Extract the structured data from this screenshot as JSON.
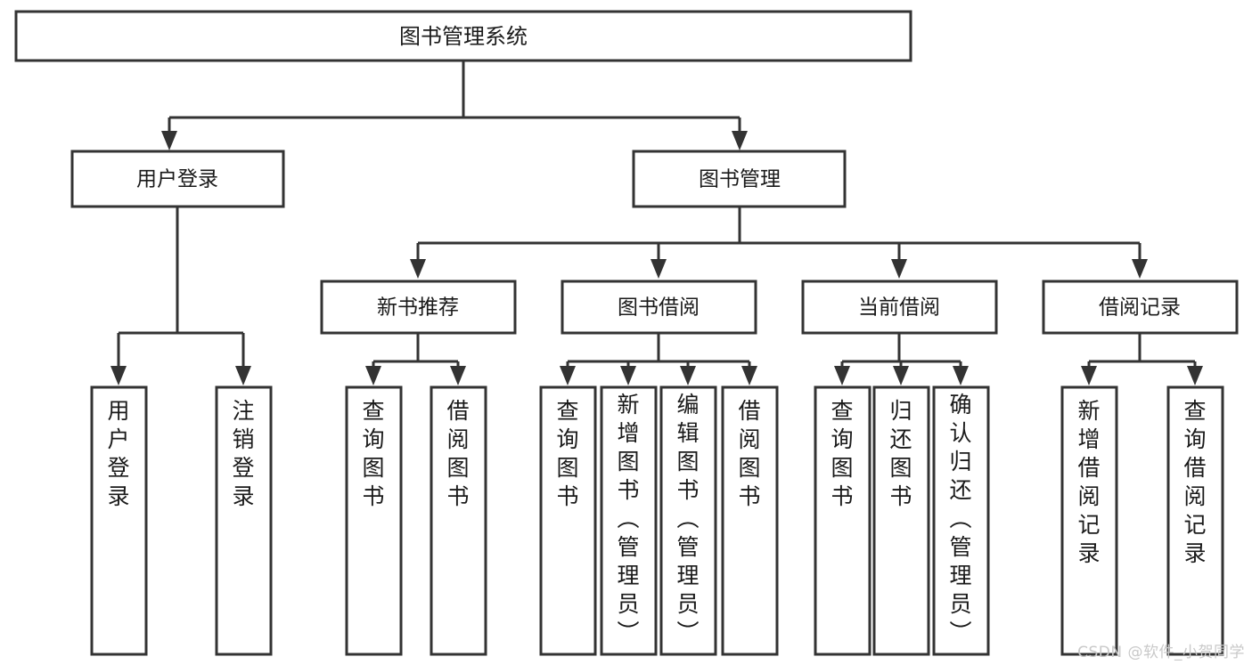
{
  "diagram": {
    "type": "tree",
    "title": "图书管理系统",
    "orientation": "top-down",
    "colors": {
      "box_stroke": "#333333",
      "box_fill": "#ffffff",
      "text": "#1a1a1a",
      "watermark": "#c9c9c9",
      "background": "#ffffff"
    },
    "root": {
      "label": "图书管理系统"
    },
    "level2": [
      {
        "label": "用户登录"
      },
      {
        "label": "图书管理"
      }
    ],
    "level3": [
      {
        "label": "新书推荐"
      },
      {
        "label": "图书借阅"
      },
      {
        "label": "当前借阅"
      },
      {
        "label": "借阅记录"
      }
    ],
    "leaves": {
      "user_login": [
        {
          "label": "用户登录"
        },
        {
          "label": "注销登录"
        }
      ],
      "new_book_recommend": [
        {
          "label": "查询图书"
        },
        {
          "label": "借阅图书"
        }
      ],
      "book_borrow": [
        {
          "label": "查询图书"
        },
        {
          "label": "新增图书（管理员）"
        },
        {
          "label": "编辑图书（管理员）"
        },
        {
          "label": "借阅图书"
        }
      ],
      "current_borrow": [
        {
          "label": "查询图书"
        },
        {
          "label": "归还图书"
        },
        {
          "label": "确认归还（管理员）"
        }
      ],
      "borrow_record": [
        {
          "label": "新增借阅记录"
        },
        {
          "label": "查询借阅记录"
        }
      ]
    }
  },
  "watermark": {
    "text": "CSDN @软件_小贺同学"
  }
}
